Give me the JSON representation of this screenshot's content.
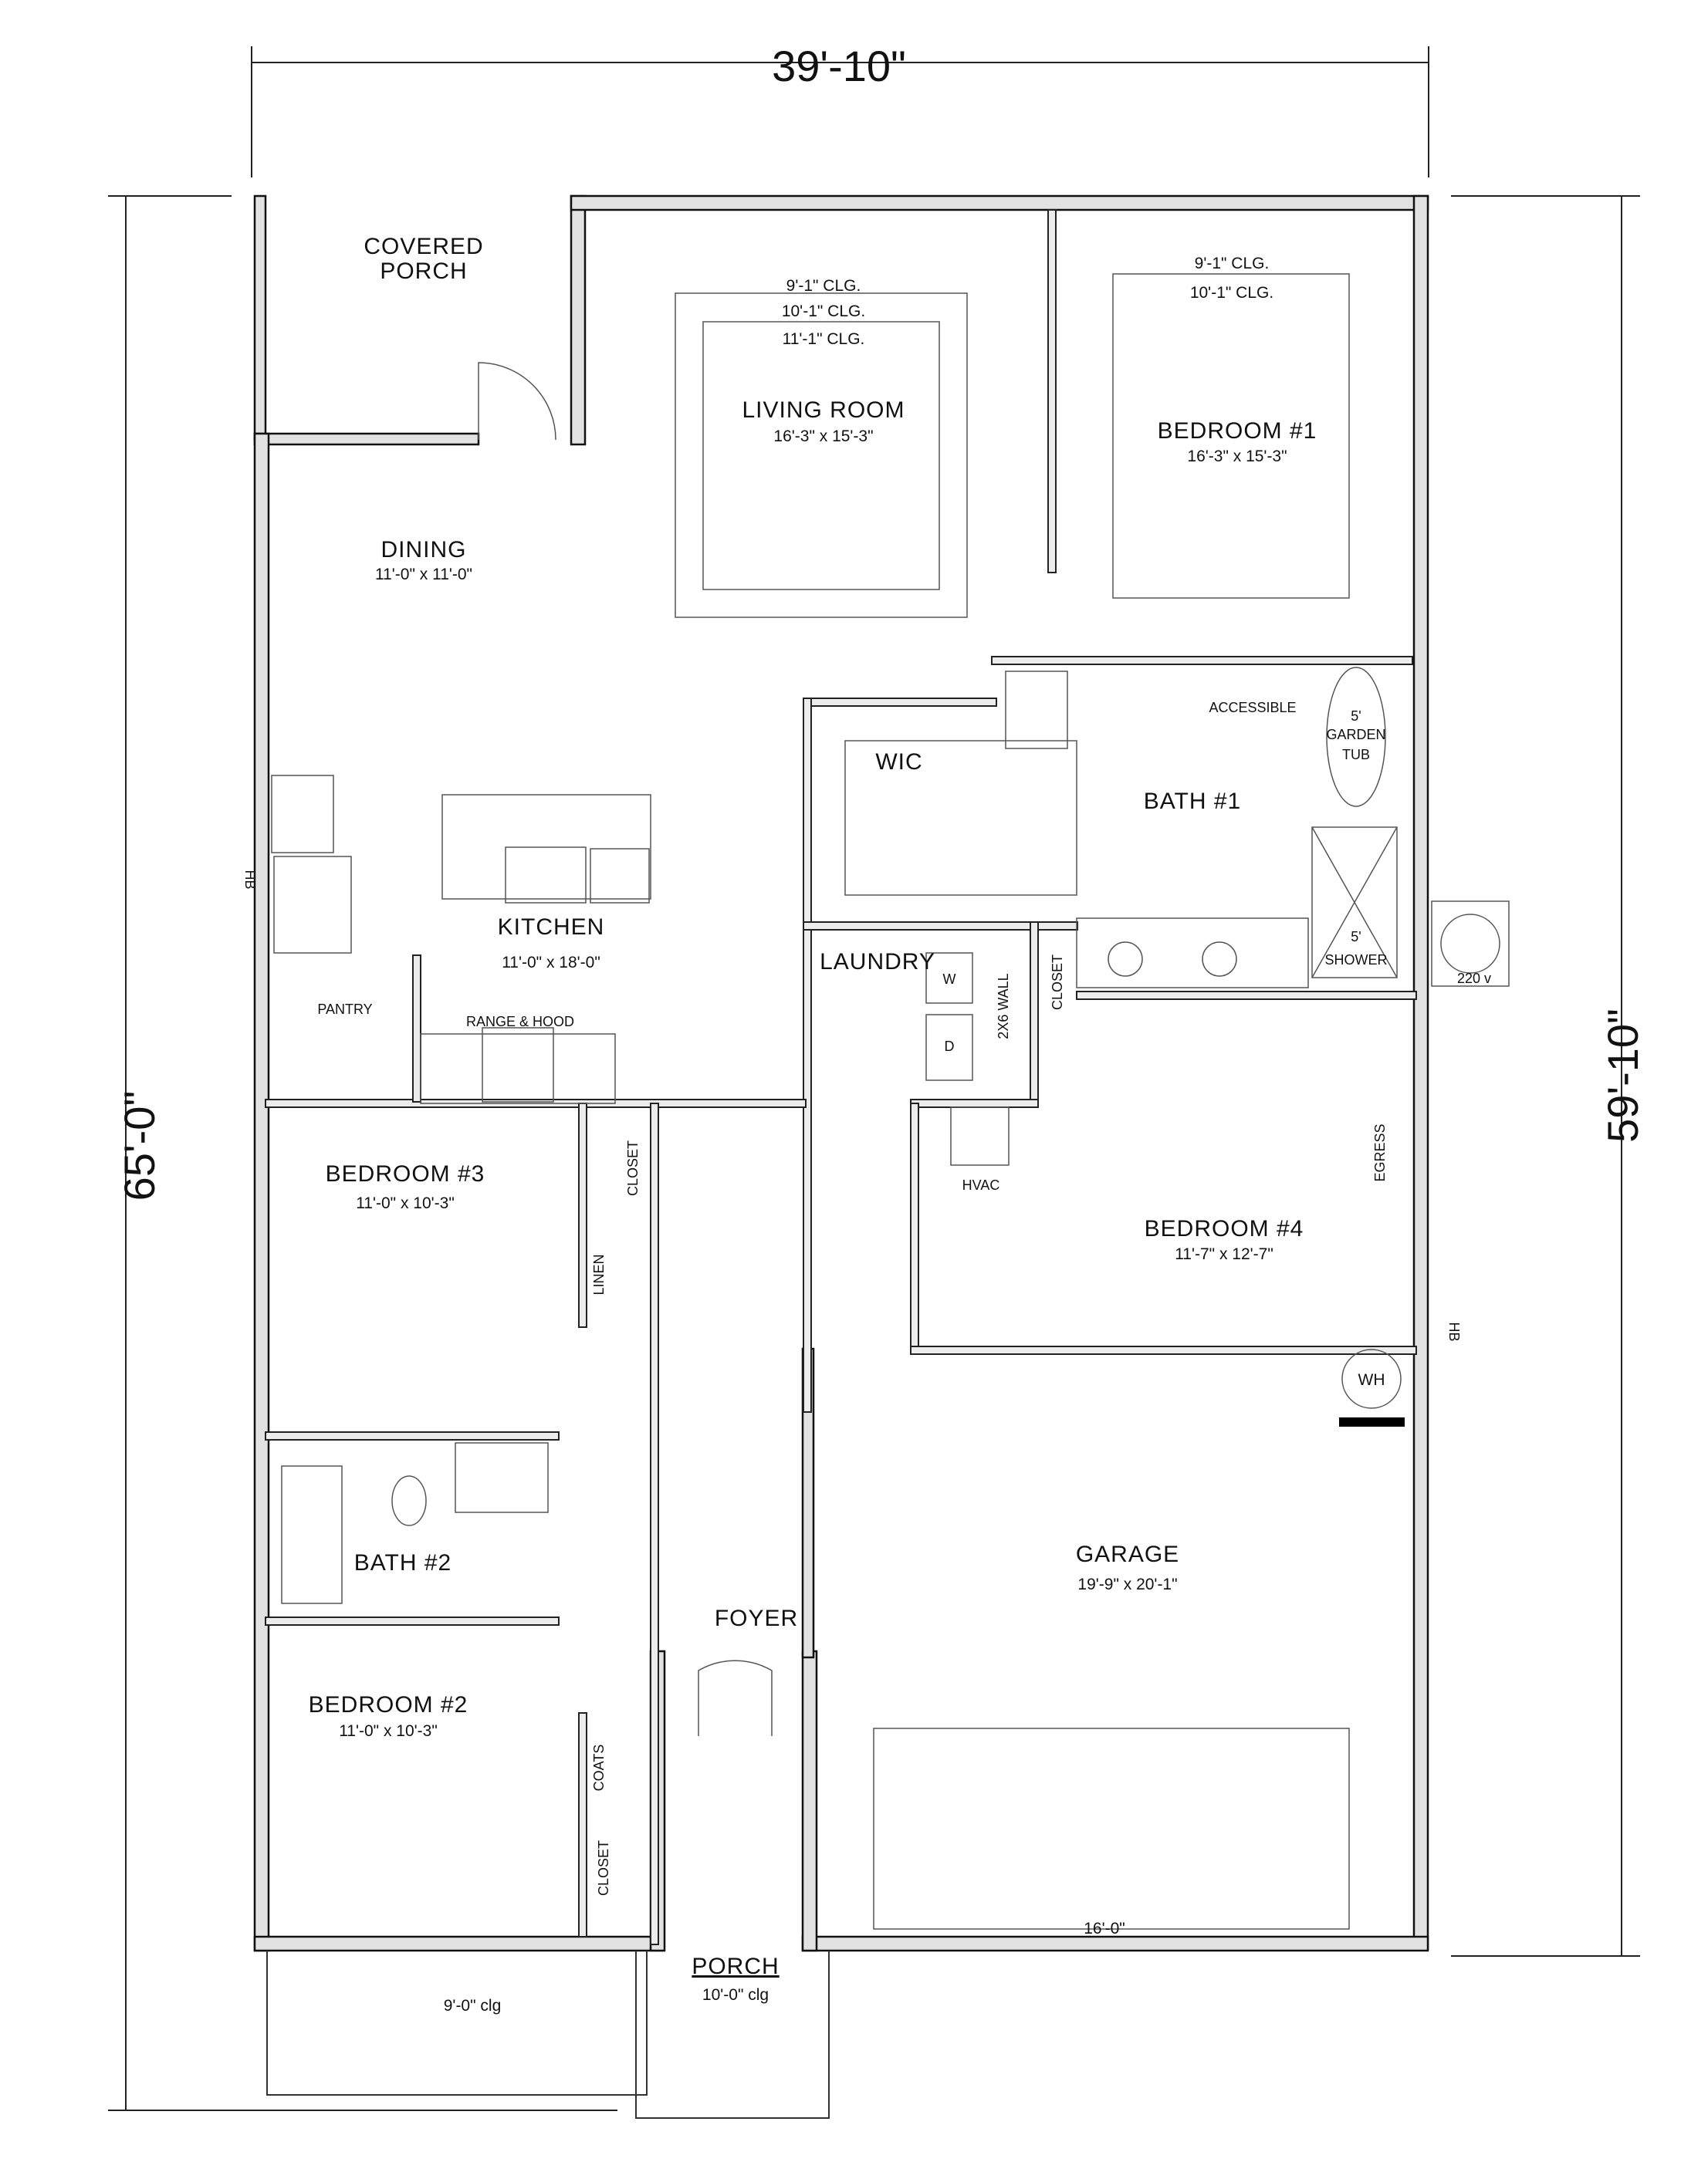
{
  "dimensions": {
    "overall_width": "39'-10\"",
    "overall_depth": "65'-0\"",
    "house_depth": "59'-10\"",
    "garage_door": "16'-0\""
  },
  "rooms": {
    "covered_porch": {
      "line1": "COVERED",
      "line2": "PORCH"
    },
    "living_room": {
      "name": "LIVING ROOM",
      "size": "16'-3\" x 15'-3\"",
      "clg1": "9'-1\" CLG.",
      "clg2": "10'-1\" CLG.",
      "clg3": "11'-1\" CLG."
    },
    "bedroom1": {
      "name": "BEDROOM #1",
      "size": "16'-3\" x 15'-3\"",
      "clg1": "9'-1\" CLG.",
      "clg2": "10'-1\" CLG."
    },
    "dining": {
      "name": "DINING",
      "size": "11'-0\" x 11'-0\""
    },
    "wic": {
      "name": "WIC"
    },
    "bath1": {
      "name": "BATH #1",
      "accessible": "ACCESSIBLE",
      "tub1": "5'",
      "tub2": "GARDEN",
      "tub3": "TUB",
      "shower1": "5'",
      "shower2": "SHOWER",
      "outlet": "220 v"
    },
    "kitchen": {
      "name": "KITCHEN",
      "size": "11'-0\" x 18'-0\"",
      "pantry": "PANTRY",
      "range": "RANGE & HOOD",
      "hose_bib": "HB"
    },
    "laundry": {
      "name": "LAUNDRY",
      "washer": "W",
      "dryer": "D",
      "wall_note": "2X6 WALL",
      "closet": "CLOSET",
      "hvac": "HVAC"
    },
    "bedroom3": {
      "name": "BEDROOM #3",
      "size": "11'-0\" x 10'-3\"",
      "closet": "CLOSET",
      "linen": "LINEN"
    },
    "bedroom4": {
      "name": "BEDROOM #4",
      "size": "11'-7\" x 12'-7\"",
      "egress": "EGRESS",
      "hose_bib": "HB"
    },
    "garage": {
      "name": "GARAGE",
      "size": "19'-9\" x 20'-1\"",
      "water_heater": "WH"
    },
    "bath2": {
      "name": "BATH #2"
    },
    "foyer": {
      "name": "FOYER"
    },
    "bedroom2": {
      "name": "BEDROOM #2",
      "size": "11'-0\" x 10'-3\"",
      "coats": "COATS",
      "closet": "CLOSET"
    },
    "porch": {
      "name": "PORCH",
      "clg": "10'-0\" clg"
    },
    "front_porch": {
      "clg": "9'-0\" clg"
    }
  }
}
